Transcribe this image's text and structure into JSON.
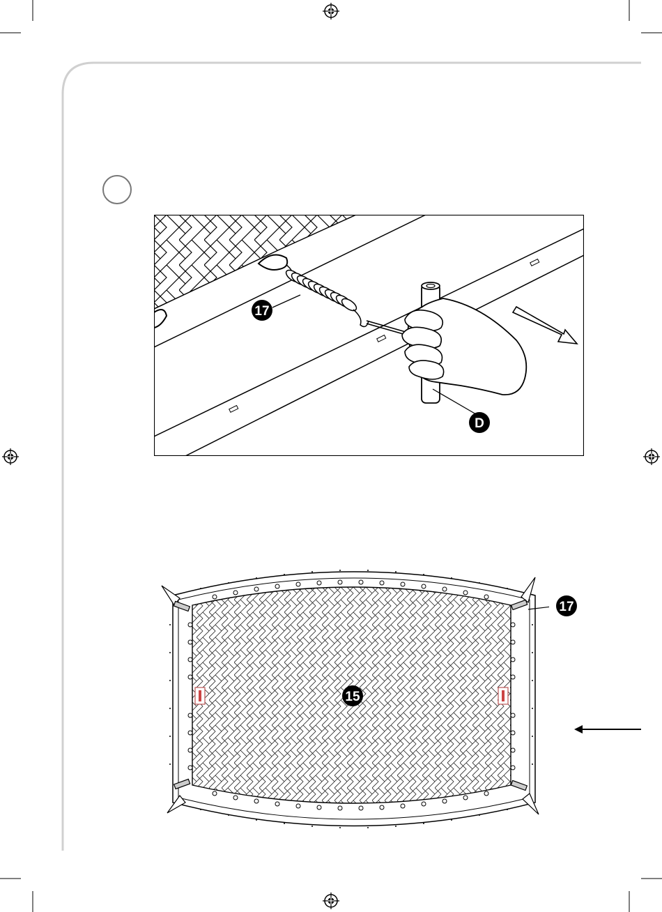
{
  "step": {
    "number": ""
  },
  "figure1": {
    "callout_spring": "17",
    "callout_tool": "D"
  },
  "figure2": {
    "callout_spring": "17",
    "callout_mat": "15"
  },
  "icons": [
    "registration-mark-icon",
    "arrow-icon",
    "step-circle-icon"
  ]
}
